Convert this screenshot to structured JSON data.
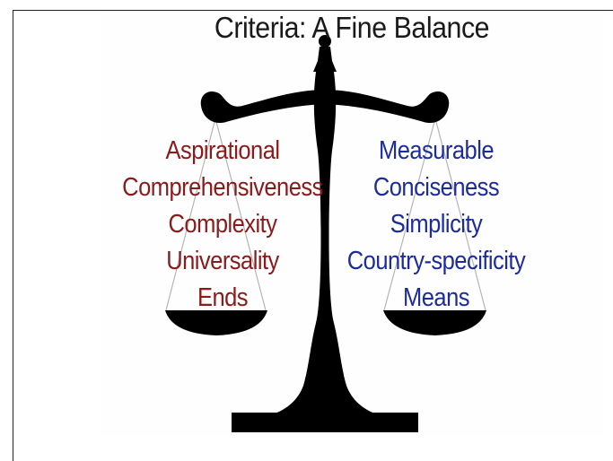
{
  "title": "Criteria: A Fine Balance",
  "left_pan": {
    "color": "#8b1a1a",
    "items": [
      "Aspirational",
      "Comprehensiveness",
      "Complexity",
      "Universality",
      "Ends"
    ]
  },
  "right_pan": {
    "color": "#1c2c9a",
    "items": [
      "Measurable",
      "Conciseness",
      "Simplicity",
      "Country-specificity",
      "Means"
    ]
  }
}
